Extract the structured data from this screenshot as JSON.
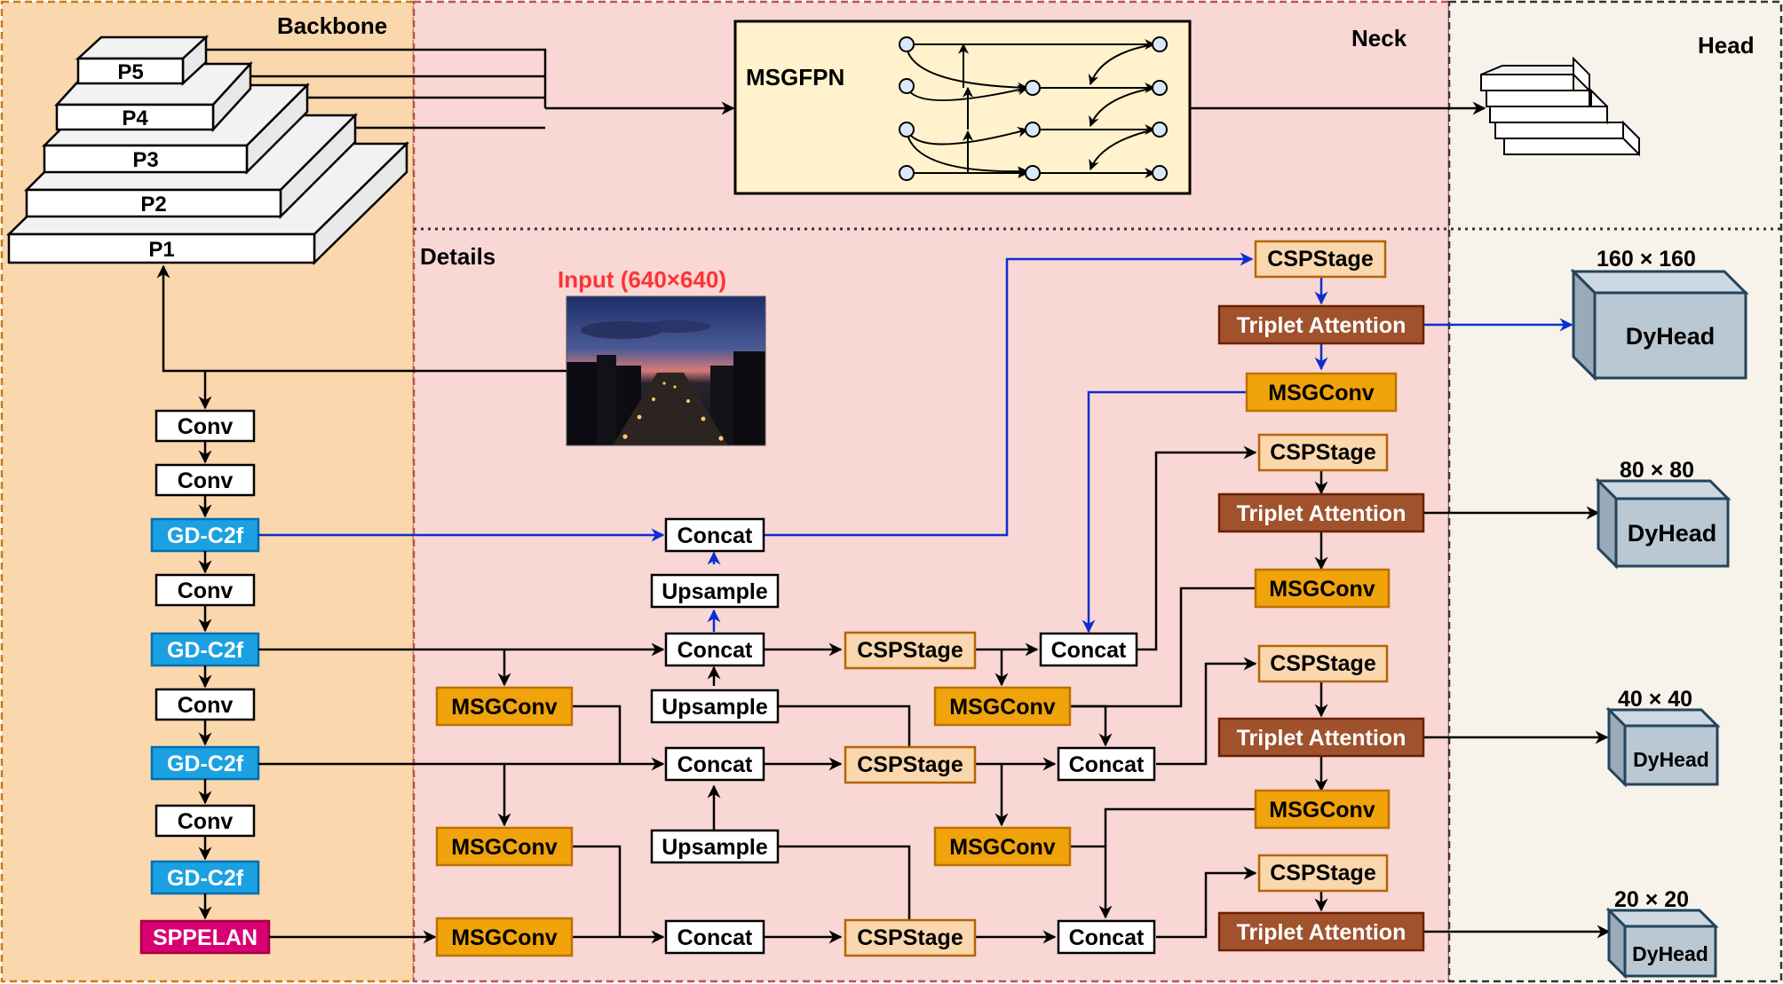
{
  "sections": {
    "backbone": "Backbone",
    "neck": "Neck",
    "head": "Head",
    "details": "Details"
  },
  "pyramid": [
    "P1",
    "P2",
    "P3",
    "P4",
    "P5"
  ],
  "neck_block": "MSGFPN",
  "input_label": "Input  (640×640)",
  "backbone_layers": [
    "Conv",
    "Conv",
    "GD-C2f",
    "Conv",
    "GD-C2f",
    "Conv",
    "GD-C2f",
    "Conv",
    "GD-C2f",
    "SPPELAN"
  ],
  "labels": {
    "concat": "Concat",
    "upsample": "Upsample",
    "msgconv": "MSGConv",
    "cspstage": "CSPStage",
    "triplet": "Triplet Attention",
    "dyhead": "DyHead"
  },
  "head_sizes": [
    "160 × 160",
    "80 × 80",
    "40 × 40",
    "20 × 20"
  ],
  "colors": {
    "backbone_bg": "#fad7ad",
    "neck_bg": "#f8d7d5",
    "head_bg": "#f7f3ea",
    "gdc2f": "#1ba1e2",
    "sppelan": "#d80073",
    "msgconv": "#f0a30a",
    "cspstage": "#fad7ac",
    "triplet": "#a0522d",
    "dyhead": "#bac8d3",
    "blue_arrow": "#0a2ed1",
    "input_label": "#ff3333"
  }
}
